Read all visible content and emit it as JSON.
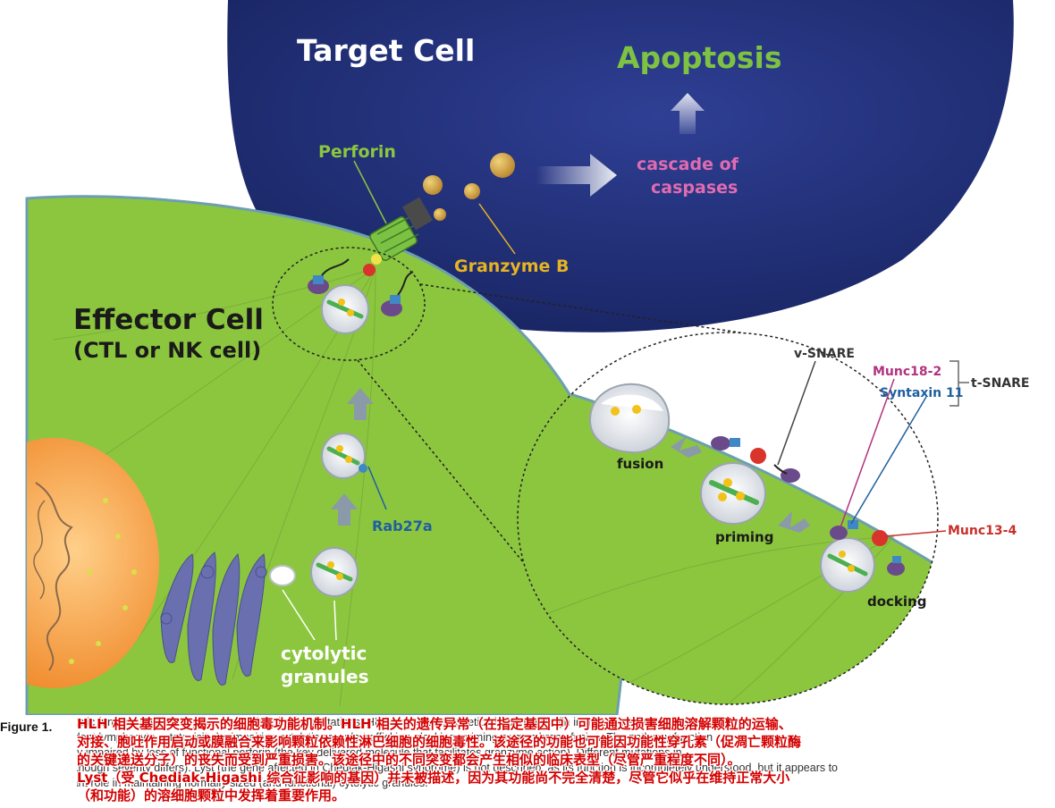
{
  "figure": {
    "labels": {
      "target_cell": "Target Cell",
      "apoptosis": "Apoptosis",
      "cascade_line1": "cascade of",
      "cascade_line2": "caspases",
      "perforin": "Perforin",
      "granzyme_b": "Granzyme B",
      "effector_line1": "Effector Cell",
      "effector_line2": "(CTL or NK cell)",
      "rab27a": "Rab27a",
      "cytolytic_line1": "cytolytic",
      "cytolytic_line2": "granules",
      "v_snare": "v-SNARE",
      "munc18_2": "Munc18-2",
      "syntaxin_11": "Syntaxin 11",
      "t_snare": "t-SNARE",
      "munc13_4": "Munc13-4",
      "fusion": "fusion",
      "priming": "priming",
      "docking": "docking"
    },
    "colors": {
      "target_cell": "#1b2a72",
      "effector_cell": "#8cc63f",
      "nucleus": "#f5a04a",
      "perforin_label": "#8cc63f",
      "apoptosis_label": "#7dc242",
      "cascade_label": "#e06bb0",
      "granzyme_label": "#e6b422",
      "rab27a_label": "#1f5fa0",
      "munc18_label": "#b0337f",
      "syntaxin_label": "#1f5fa0",
      "munc13_label": "#c8302a"
    }
  },
  "caption": {
    "figure_label": "Figure 1.",
    "english_lines": [
      "Figure 1. Cytotoxic function revealed by HLH-associated gene mutations. HLH-associated genetic abnormalities (in indicated genes) may affect",
      "granule-dependent lymphocyte cytotoxicity by impairing cytolytic granule trafficking, docking, priming or membrane fusion. The pathway function",
      "also be severely impaired by loss of functional perforin (the key delivered molecule that facilitates granzyme action). Different mutations in",
      "phenotypes (although severity differs). Lyst (the gene affected in Chediak-Higashi syndrome) is not described, as its function is incompletely understood, but it appears to",
      "play an important role in maintaining normally sized (and functional) cytolytic granules."
    ],
    "chinese_lines": [
      "HLH 相关基因突变揭示的细胞毒功能机制。HLH 相关的遗传异常（在指定基因中）可能通过损害细胞溶解颗粒的运输、",
      "对接、胞吐作用启动或膜融合来影响颗粒依赖性淋巴细胞的细胞毒性。该途径的功能也可能因功能性穿孔素（促凋亡颗粒酶",
      "的关键递送分子）的丧失而受到严重损害。该途径中的不同突变都会产生相似的临床表型（尽管严重程度不同）。",
      "Lyst（受 Chediak-Higashi 综合征影响的基因）并未被描述，因为其功能尚不完全清楚，尽管它似乎在维持正常大小",
      "（和功能）的溶细胞颗粒中发挥着重要作用。"
    ]
  }
}
